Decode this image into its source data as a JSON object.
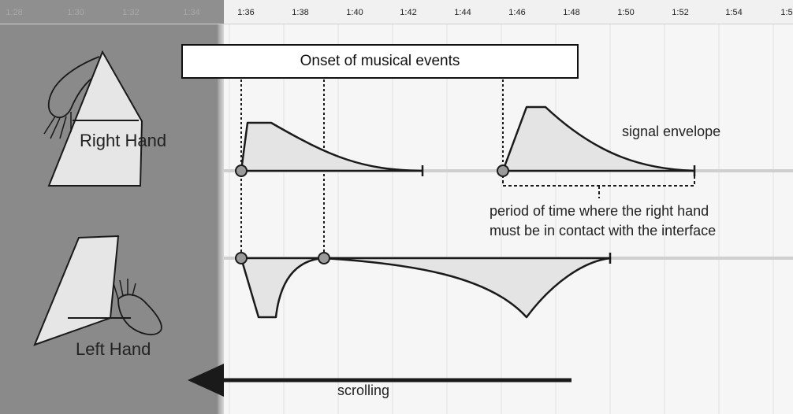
{
  "timeline": {
    "dim_ticks": [
      "1:28",
      "1:30",
      "1:32",
      "1:34"
    ],
    "ticks": [
      "1:36",
      "1:38",
      "1:40",
      "1:42",
      "1:44",
      "1:46",
      "1:48",
      "1:50",
      "1:52",
      "1:54",
      "1:5"
    ]
  },
  "title": "Onset of musical events",
  "labels": {
    "right_hand": "Right Hand",
    "left_hand": "Left Hand",
    "signal_envelope": "signal envelope",
    "contact_line1": "period of time where the right hand",
    "contact_line2": "must be in contact with the interface",
    "scrolling": "scrolling"
  },
  "icons": {
    "right_hand": "right-hand-pad-icon",
    "left_hand": "left-hand-pad-icon"
  },
  "colors": {
    "panel": "#8a8a8a",
    "background": "#f6f6f6",
    "envelope_fill": "#e4e4e4",
    "stroke": "#1a1a1a",
    "onset_marker": "#9a9a9a"
  }
}
